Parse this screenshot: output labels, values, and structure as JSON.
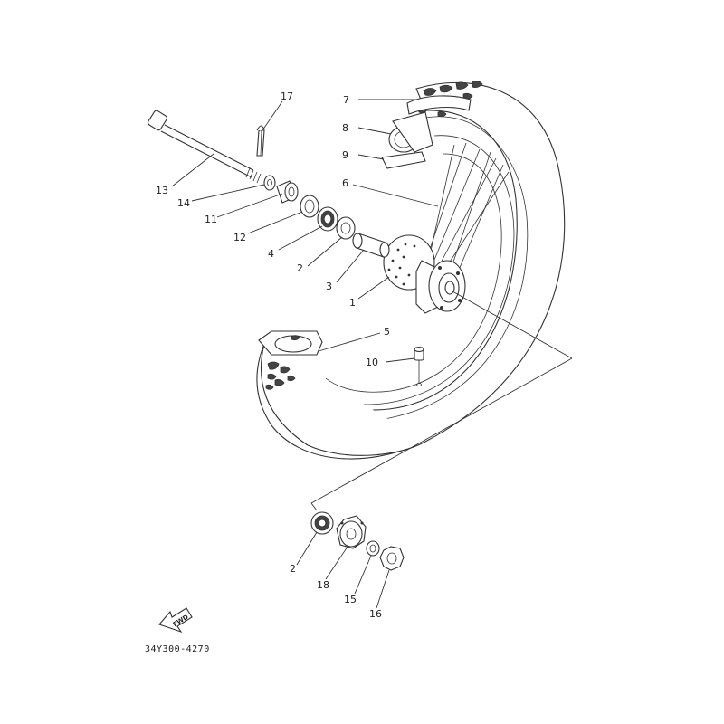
{
  "diagram": {
    "drawing_code": "34Y300-4270",
    "fwd_label": "FWD",
    "callouts": [
      {
        "id": "c17",
        "text": "17"
      },
      {
        "id": "c7",
        "text": "7"
      },
      {
        "id": "c8",
        "text": "8"
      },
      {
        "id": "c9",
        "text": "9"
      },
      {
        "id": "c6",
        "text": "6"
      },
      {
        "id": "c13",
        "text": "13"
      },
      {
        "id": "c14",
        "text": "14"
      },
      {
        "id": "c11",
        "text": "11"
      },
      {
        "id": "c12",
        "text": "12"
      },
      {
        "id": "c4",
        "text": "4"
      },
      {
        "id": "c2a",
        "text": "2"
      },
      {
        "id": "c3",
        "text": "3"
      },
      {
        "id": "c1",
        "text": "1"
      },
      {
        "id": "c5",
        "text": "5"
      },
      {
        "id": "c10",
        "text": "10"
      },
      {
        "id": "c2b",
        "text": "2"
      },
      {
        "id": "c18",
        "text": "18"
      },
      {
        "id": "c15",
        "text": "15"
      },
      {
        "id": "c16",
        "text": "16"
      }
    ]
  }
}
